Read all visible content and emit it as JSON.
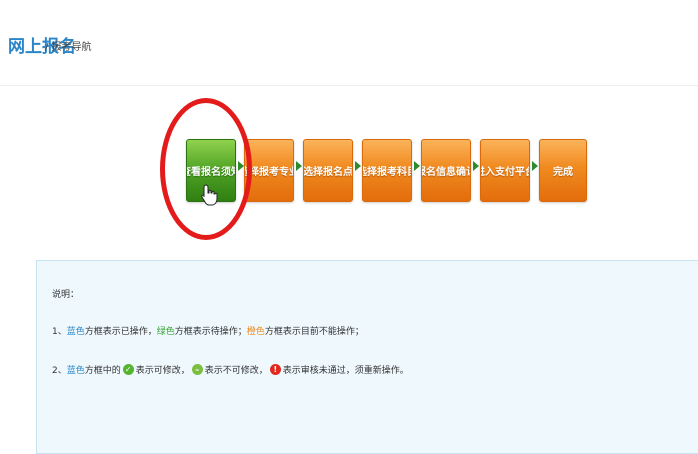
{
  "header": {
    "title": "网上报名",
    "breadcrumb": "/ 报考导航"
  },
  "steps": [
    {
      "label": "查看报名须知",
      "state": "active"
    },
    {
      "label": "选择报考专业",
      "state": "disabled"
    },
    {
      "label": "选择报名点",
      "state": "disabled"
    },
    {
      "label": "选择报考科目",
      "state": "disabled"
    },
    {
      "label": "报名信息确认",
      "state": "disabled"
    },
    {
      "label": "进入支付平台",
      "state": "disabled"
    },
    {
      "label": "完成",
      "state": "disabled"
    }
  ],
  "colors": {
    "title_blue": "#2a86c8",
    "step_green": "#4fa224",
    "step_orange": "#f08a1f",
    "highlight_ring": "#e41b1b",
    "arrow_green": "#2f8a2f"
  },
  "notes": {
    "title": "说明：",
    "line1": {
      "num": "1、",
      "blue_word": "蓝色",
      "blue_text": "方框表示已操作，",
      "green_word": "绿色",
      "green_text": "方框表示待操作；",
      "orange_word": "橙色",
      "orange_text": "方框表示目前不能操作；"
    },
    "line2": {
      "num": "2、",
      "blue_word": "蓝色",
      "text_a": "方框中的",
      "icon_a": "✓",
      "text_b": "表示可修改，",
      "icon_b": "–",
      "text_c": "表示不可修改，",
      "icon_c": "!",
      "text_d": "表示审核未通过，须重新操作。"
    }
  },
  "icons": [
    "check-icon",
    "minus-icon",
    "exclamation-icon",
    "hand-cursor-icon"
  ]
}
